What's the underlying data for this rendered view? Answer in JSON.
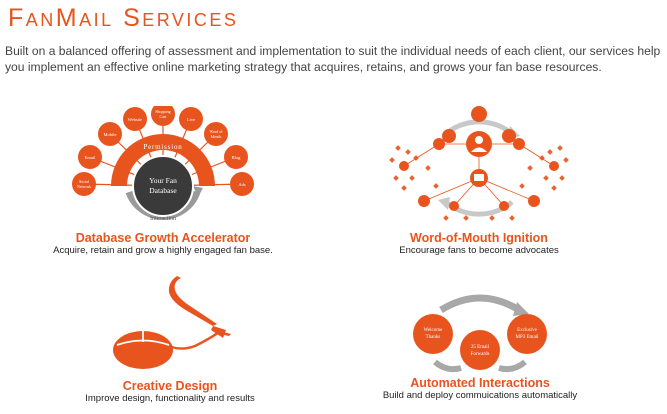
{
  "page": {
    "title": "FanMail Services",
    "intro": "Built on a balanced offering of assessment and implementation to suit the individual needs of each client, our services help you implement an effective online marketing strategy that acquires, retains, and grows your fan base resources."
  },
  "features": [
    {
      "title": "Database Growth Accelerator",
      "description": "Acquire, retain and grow a highly engaged fan base.",
      "diagram": {
        "center": [
          "Your Fan",
          "Database"
        ],
        "arc_top": "Permission",
        "arc_bottom": "Interaction",
        "channels": [
          [
            "Social",
            "Network"
          ],
          [
            "Email"
          ],
          [
            "Mobile"
          ],
          [
            "Website"
          ],
          [
            "Shopping",
            "Cart"
          ],
          [
            "Live"
          ],
          [
            "Word of",
            "Mouth"
          ],
          [
            "Blog"
          ],
          [
            "Ads"
          ]
        ]
      }
    },
    {
      "title": "Word-of-Mouth Ignition",
      "description": "Encourage fans to become advocates"
    },
    {
      "title": "Creative Design",
      "description": "Improve design, functionality and results"
    },
    {
      "title": "Automated Interactions",
      "description": "Build and deploy commuications automatically",
      "diagram": {
        "nodes": [
          [
            "Welcome",
            "Thanks"
          ],
          [
            "25 Email",
            "Forwards"
          ],
          [
            "Exclusive",
            "MP3 Email"
          ]
        ]
      }
    }
  ],
  "colors": {
    "accent": "#e8541e",
    "text": "#444444",
    "arrow": "#9a9a9a"
  }
}
